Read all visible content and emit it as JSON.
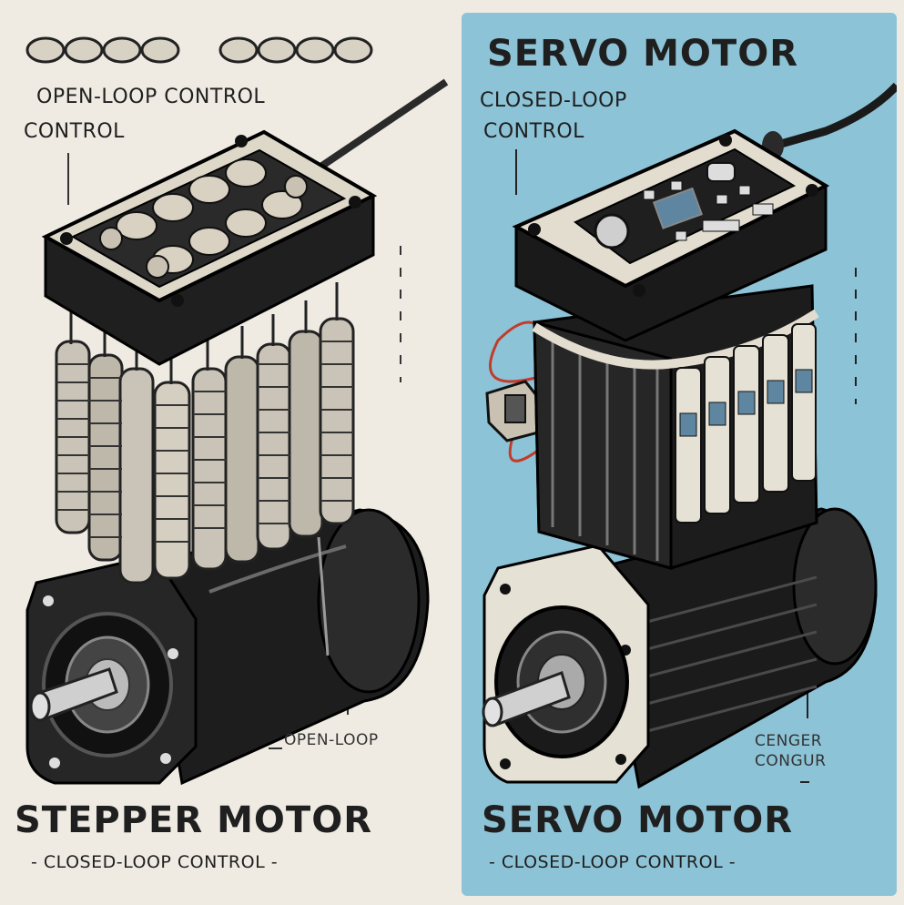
{
  "left": {
    "label_top_line1": "OPEN-LOOP CONTROL",
    "label_top_line2": "CONTROL",
    "label_side": "OPEN-LOOP",
    "title": "STEPPER MOTOR",
    "subtitle": "- CLOSED-LOOP CONTROL -"
  },
  "right": {
    "header_title": "SERVO MOTOR",
    "label_top_line1": "CLOSED-LOOP",
    "label_top_line2": "CONTROL",
    "label_side_line1": "CENGER",
    "label_side_line2": "CONGUR",
    "title": "SERVO MOTOR",
    "subtitle": "- CLOSED-LOOP CONTROL -"
  },
  "colors": {
    "left_background": "#efebe3",
    "right_background": "#8cc3d6",
    "ink": "#1f1f1f"
  }
}
